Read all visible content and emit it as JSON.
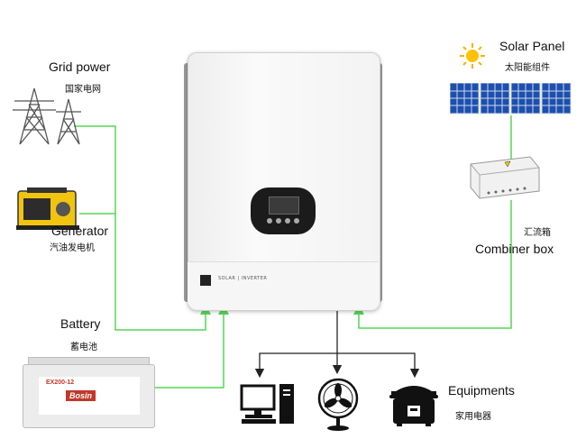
{
  "labels": {
    "grid_power_en": "Grid power",
    "grid_power_zh": "国家电网",
    "solar_panel_en": "Solar Panel",
    "solar_panel_zh": "太阳能组件",
    "generator_en": "Generator",
    "generator_zh": "汽油发电机",
    "combiner_box_zh": "汇流箱",
    "combiner_box_en": "Combiner box",
    "battery_en": "Battery",
    "battery_zh": "蓄电池",
    "equipments_en": "Equipments",
    "equipments_zh": "家用电器"
  },
  "inverter": {
    "front_text": "SOLAR | INVERTER"
  },
  "battery_product": {
    "model": "EX200-12",
    "brand": "Bosin"
  },
  "colors": {
    "wire_green": "#55d655",
    "wire_dark": "#222222"
  }
}
